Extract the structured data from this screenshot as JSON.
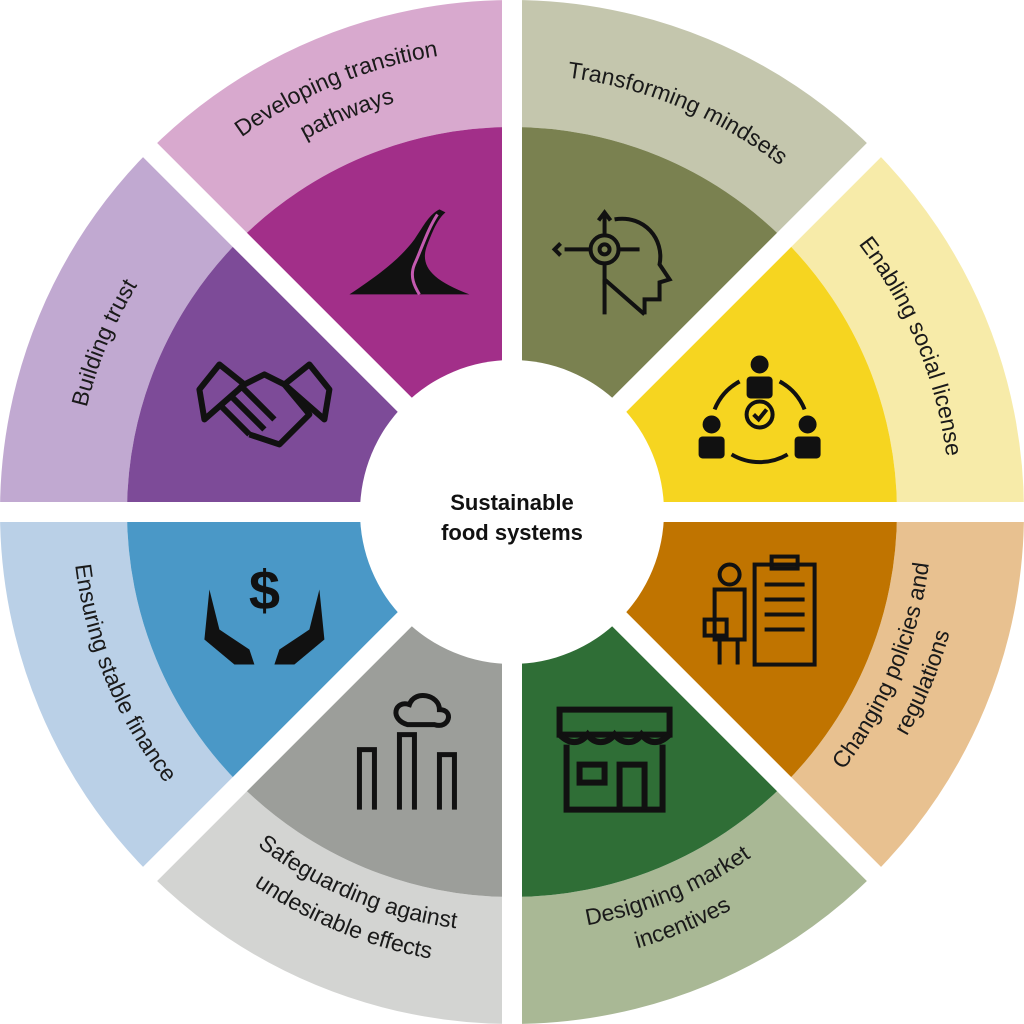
{
  "center": {
    "lines": [
      "Sustainable",
      "food systems"
    ]
  },
  "segments": [
    {
      "id": "transforming-mindsets",
      "lines": [
        "Transforming mindsets"
      ],
      "icon": "head-target-icon",
      "outer": "#c4c6ad",
      "inner": "#7a8150"
    },
    {
      "id": "enabling-social-license",
      "lines": [
        "Enabling social license"
      ],
      "icon": "people-network-icon",
      "outer": "#f7eba9",
      "inner": "#f6d520"
    },
    {
      "id": "changing-policies",
      "lines": [
        "Changing policies and",
        "regulations"
      ],
      "icon": "clipboard-person-icon",
      "outer": "#e8c190",
      "inner": "#c07400"
    },
    {
      "id": "designing-market-incentives",
      "lines": [
        "Designing market",
        "incentives"
      ],
      "icon": "storefront-icon",
      "outer": "#a9b895",
      "inner": "#2f6e36"
    },
    {
      "id": "safeguarding",
      "lines": [
        "Safeguarding against",
        "undesirable effects"
      ],
      "icon": "factory-icon",
      "outer": "#d3d4d2",
      "inner": "#9c9e9a"
    },
    {
      "id": "ensuring-stable-finance",
      "lines": [
        "Ensuring stable finance"
      ],
      "icon": "dollar-hands-icon",
      "outer": "#bad0e7",
      "inner": "#4a98c7"
    },
    {
      "id": "building-trust",
      "lines": [
        "Building trust"
      ],
      "icon": "handshake-icon",
      "outer": "#c1a9d1",
      "inner": "#7d4b98"
    },
    {
      "id": "developing-transition-pathways",
      "lines": [
        "Developing transition",
        "pathways"
      ],
      "icon": "road-icon",
      "outer": "#d8a9ce",
      "inner": "#a22f89"
    }
  ]
}
